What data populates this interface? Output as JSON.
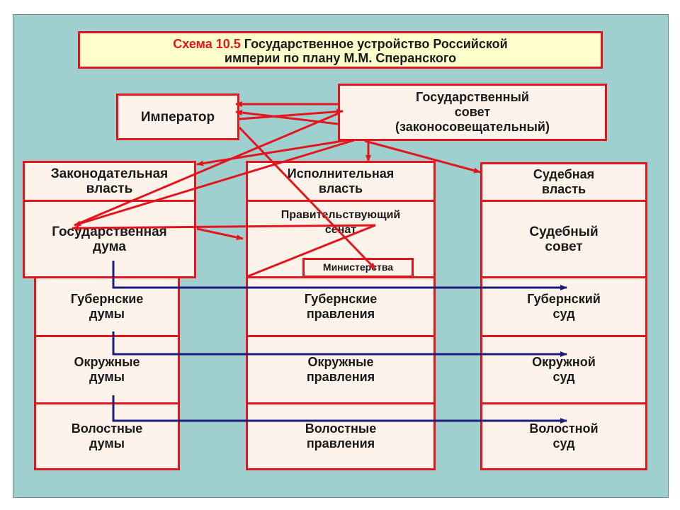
{
  "title": {
    "label": "Схема 10.5",
    "line1": "Государственное устройство Российской",
    "line2": "империи по плану М.М. Сперанского"
  },
  "top": {
    "emperor": "Император",
    "council": "Государственный\nсовет\n(законосовещательный)"
  },
  "columns": {
    "legislative": {
      "header": "Законодательная\nвласть",
      "central": "Государственная\nдума",
      "gubernia": "Губернские\nдумы",
      "okrug": "Окружные\nдумы",
      "volost": "Волостные\nдумы"
    },
    "executive": {
      "header": "Исполнительная\nвласть",
      "central": "Правительствующий\nсенат",
      "ministries": "Министерства",
      "gubernia": "Губернские\nправления",
      "okrug": "Окружные\nправления",
      "volost": "Волостные\nправления"
    },
    "judicial": {
      "header": "Судебная\nвласть",
      "central": "Судебный\nсовет",
      "gubernia": "Губернский\nсуд",
      "okrug": "Окружной\nсуд",
      "volost": "Волостной\nсуд"
    }
  },
  "colors": {
    "frame": "#9fcfcf",
    "box_fill": "#fdf3ea",
    "border_red": "#e3151e",
    "arrow_red": "#e3151e",
    "arrow_blue": "#1c1c7a",
    "title_fill": "#ffffcc"
  }
}
